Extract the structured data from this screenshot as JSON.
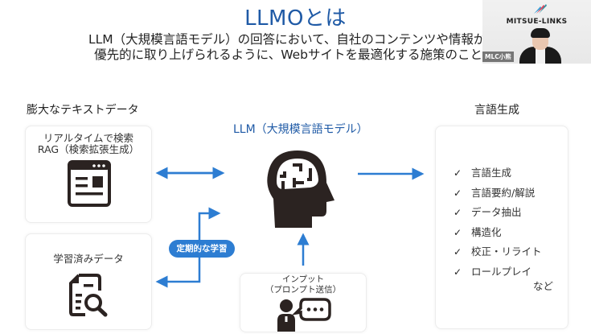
{
  "slide": {
    "title": "LLMOとは",
    "subtitle_lines": [
      "LLM（大規模言語モデル）の回答において、自社のコンテンツや情報が",
      "優先的に取り上げられるように、Webサイトを最適化する施策のこと"
    ]
  },
  "webcam": {
    "logo_text": "MITSUE-LINKS",
    "name_tag": "MLC小熊"
  },
  "diagram": {
    "left_heading": "膨大なテキストデータ",
    "center_heading": "LLM（大規模言語モデル）",
    "right_heading": "言語生成",
    "rag_card": {
      "line1": "リアルタイムで検索",
      "line2": "RAG（検索拡張生成）",
      "icon": "browser-window-icon"
    },
    "training_card": {
      "label": "学習済みデータ",
      "icon": "document-search-icon"
    },
    "input_card": {
      "line1": "インプット",
      "line2": "（プロンプト送信）",
      "icon": "person-speech-bubble-icon"
    },
    "periodic_learning_badge": "定期的な学習",
    "output_items": [
      "言語生成",
      "言語要約/解説",
      "データ抽出",
      "構造化",
      "校正・リライト",
      "ロールプレイ"
    ],
    "output_more": "など",
    "check_glyph": "✓",
    "brain_icon": "head-brain-icon"
  },
  "colors": {
    "title_blue": "#1f5aa6",
    "arrow_blue": "#2d7dd2",
    "icon_dark": "#2b2321"
  }
}
